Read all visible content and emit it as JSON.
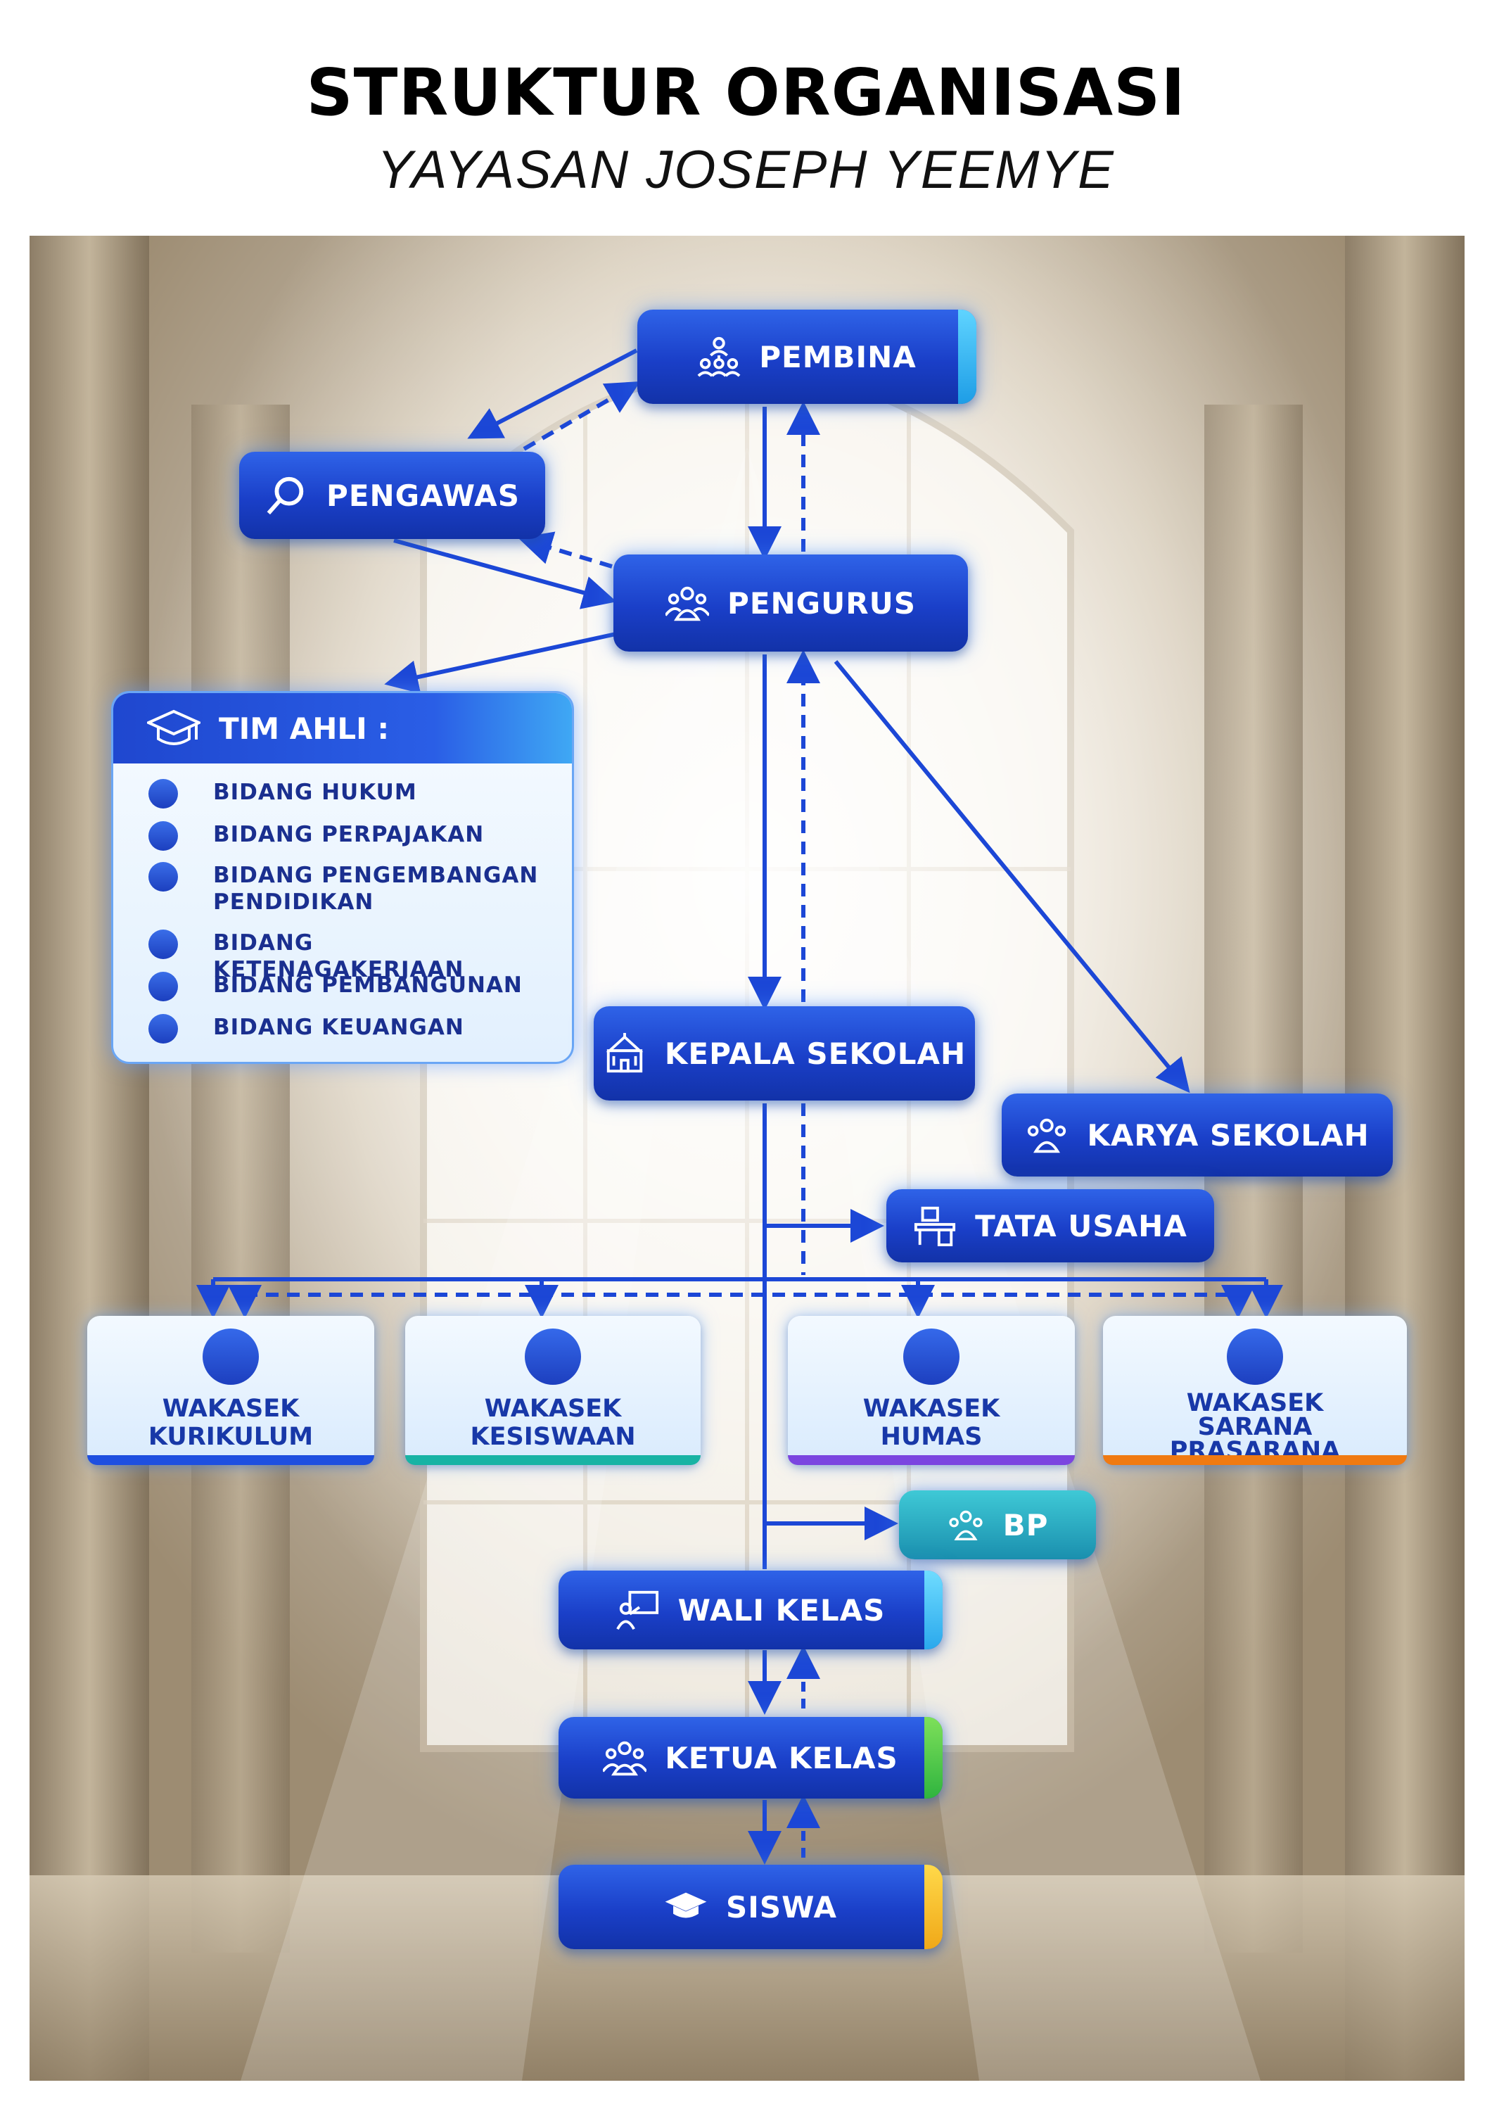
{
  "header": {
    "title": "STRUKTUR ORGANISASI",
    "subtitle": "YAYASAN JOSEPH YEEMYE"
  },
  "nodes": {
    "pembina": "PEMBINA",
    "pengawas": "PENGAWAS",
    "pengurus": "PENGURUS",
    "kepala_sekolah": "KEPALA SEKOLAH",
    "karya_sekolah": "KARYA SEKOLAH",
    "tata_usaha": "TATA USAHA",
    "bp": "BP",
    "wali_kelas": "WALI KELAS",
    "ketua_kelas": "KETUA KELAS",
    "siswa": "SISWA"
  },
  "tim_ahli": {
    "title": "TIM AHLI :",
    "items": [
      "BIDANG HUKUM",
      "BIDANG PERPAJAKAN",
      "BIDANG PENGEMBANGAN PENDIDIKAN",
      "BIDANG KETENAGAKERJAAN",
      "BIDANG PEMBANGUNAN",
      "BIDANG KEUANGAN"
    ]
  },
  "wakasek": [
    {
      "line1": "WAKASEK",
      "line2": "KURIKULUM",
      "line3": "",
      "bar_color": "#1e4fe0"
    },
    {
      "line1": "WAKASEK",
      "line2": "KESISWAAN",
      "line3": "",
      "bar_color": "#18b3a4"
    },
    {
      "line1": "WAKASEK",
      "line2": "HUMAS",
      "line3": "",
      "bar_color": "#7b45e0"
    },
    {
      "line1": "WAKASEK",
      "line2": "SARANA",
      "line3": "PRASARANA",
      "bar_color": "#f07a12"
    }
  ],
  "colors": {
    "node_blue": "#1a3fc8",
    "connector": "#1c47d6",
    "accent_cyan": "#2fc3f3",
    "accent_green": "#3cc84a",
    "accent_yellow": "#f2c21a",
    "bp_teal": "#1ea6b8"
  }
}
